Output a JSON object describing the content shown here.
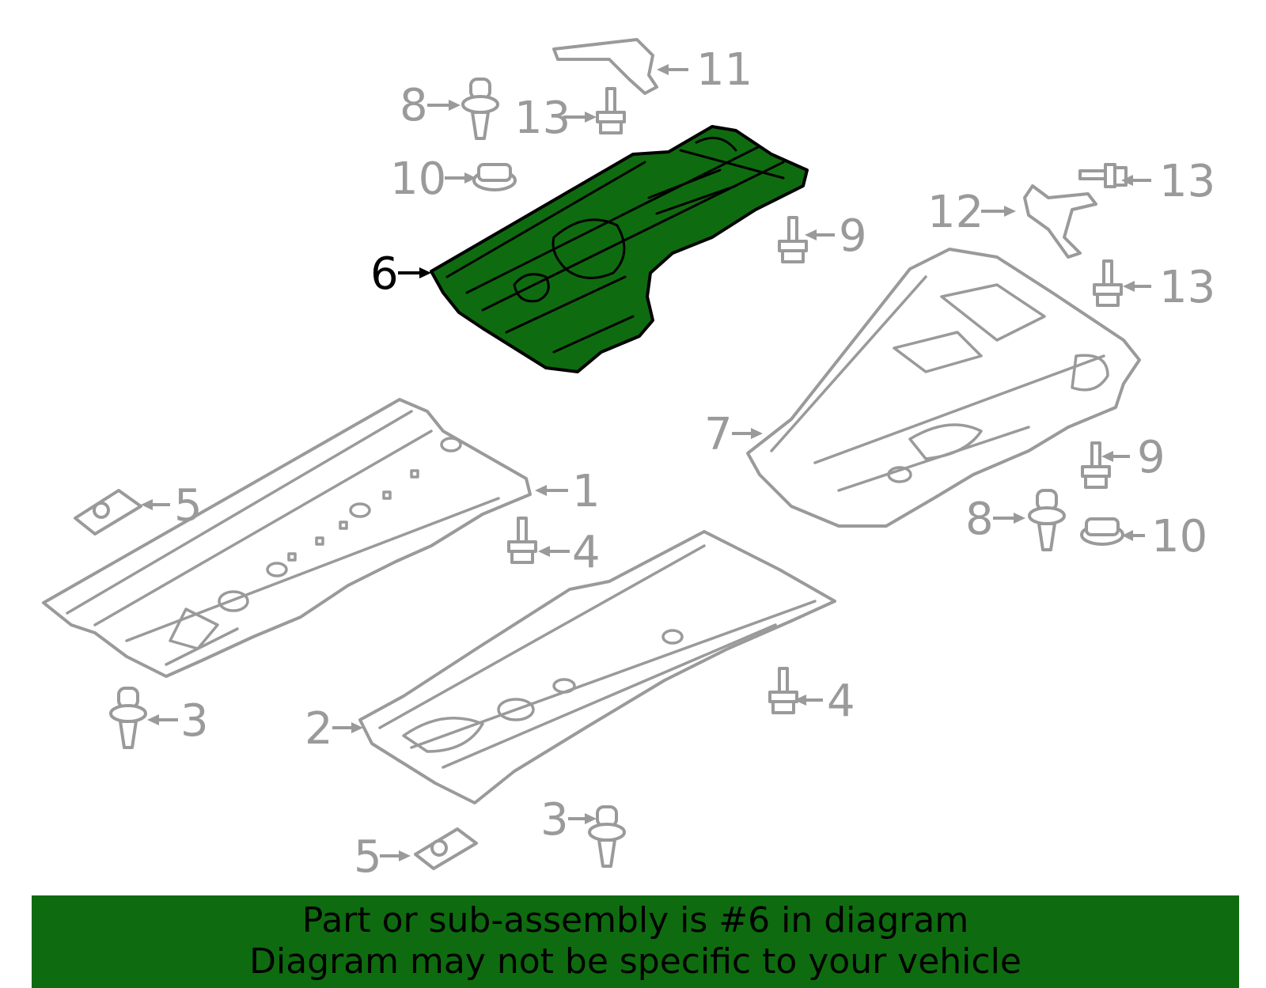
{
  "callouts": {
    "c1": "1",
    "c2": "2",
    "c3a": "3",
    "c3b": "3",
    "c4a": "4",
    "c4b": "4",
    "c5a": "5",
    "c5b": "5",
    "c6": "6",
    "c7": "7",
    "c8a": "8",
    "c8b": "8",
    "c9a": "9",
    "c9b": "9",
    "c10a": "10",
    "c10b": "10",
    "c11": "11",
    "c12": "12",
    "c13a": "13",
    "c13b": "13",
    "c13c": "13"
  },
  "selected_part": "6",
  "colors": {
    "highlight": "#0f6b0f",
    "line": "#9a9a9a"
  },
  "banner": {
    "line1": "Part or sub-assembly is #6 in diagram",
    "line2": "Diagram may not be specific to your vehicle"
  }
}
